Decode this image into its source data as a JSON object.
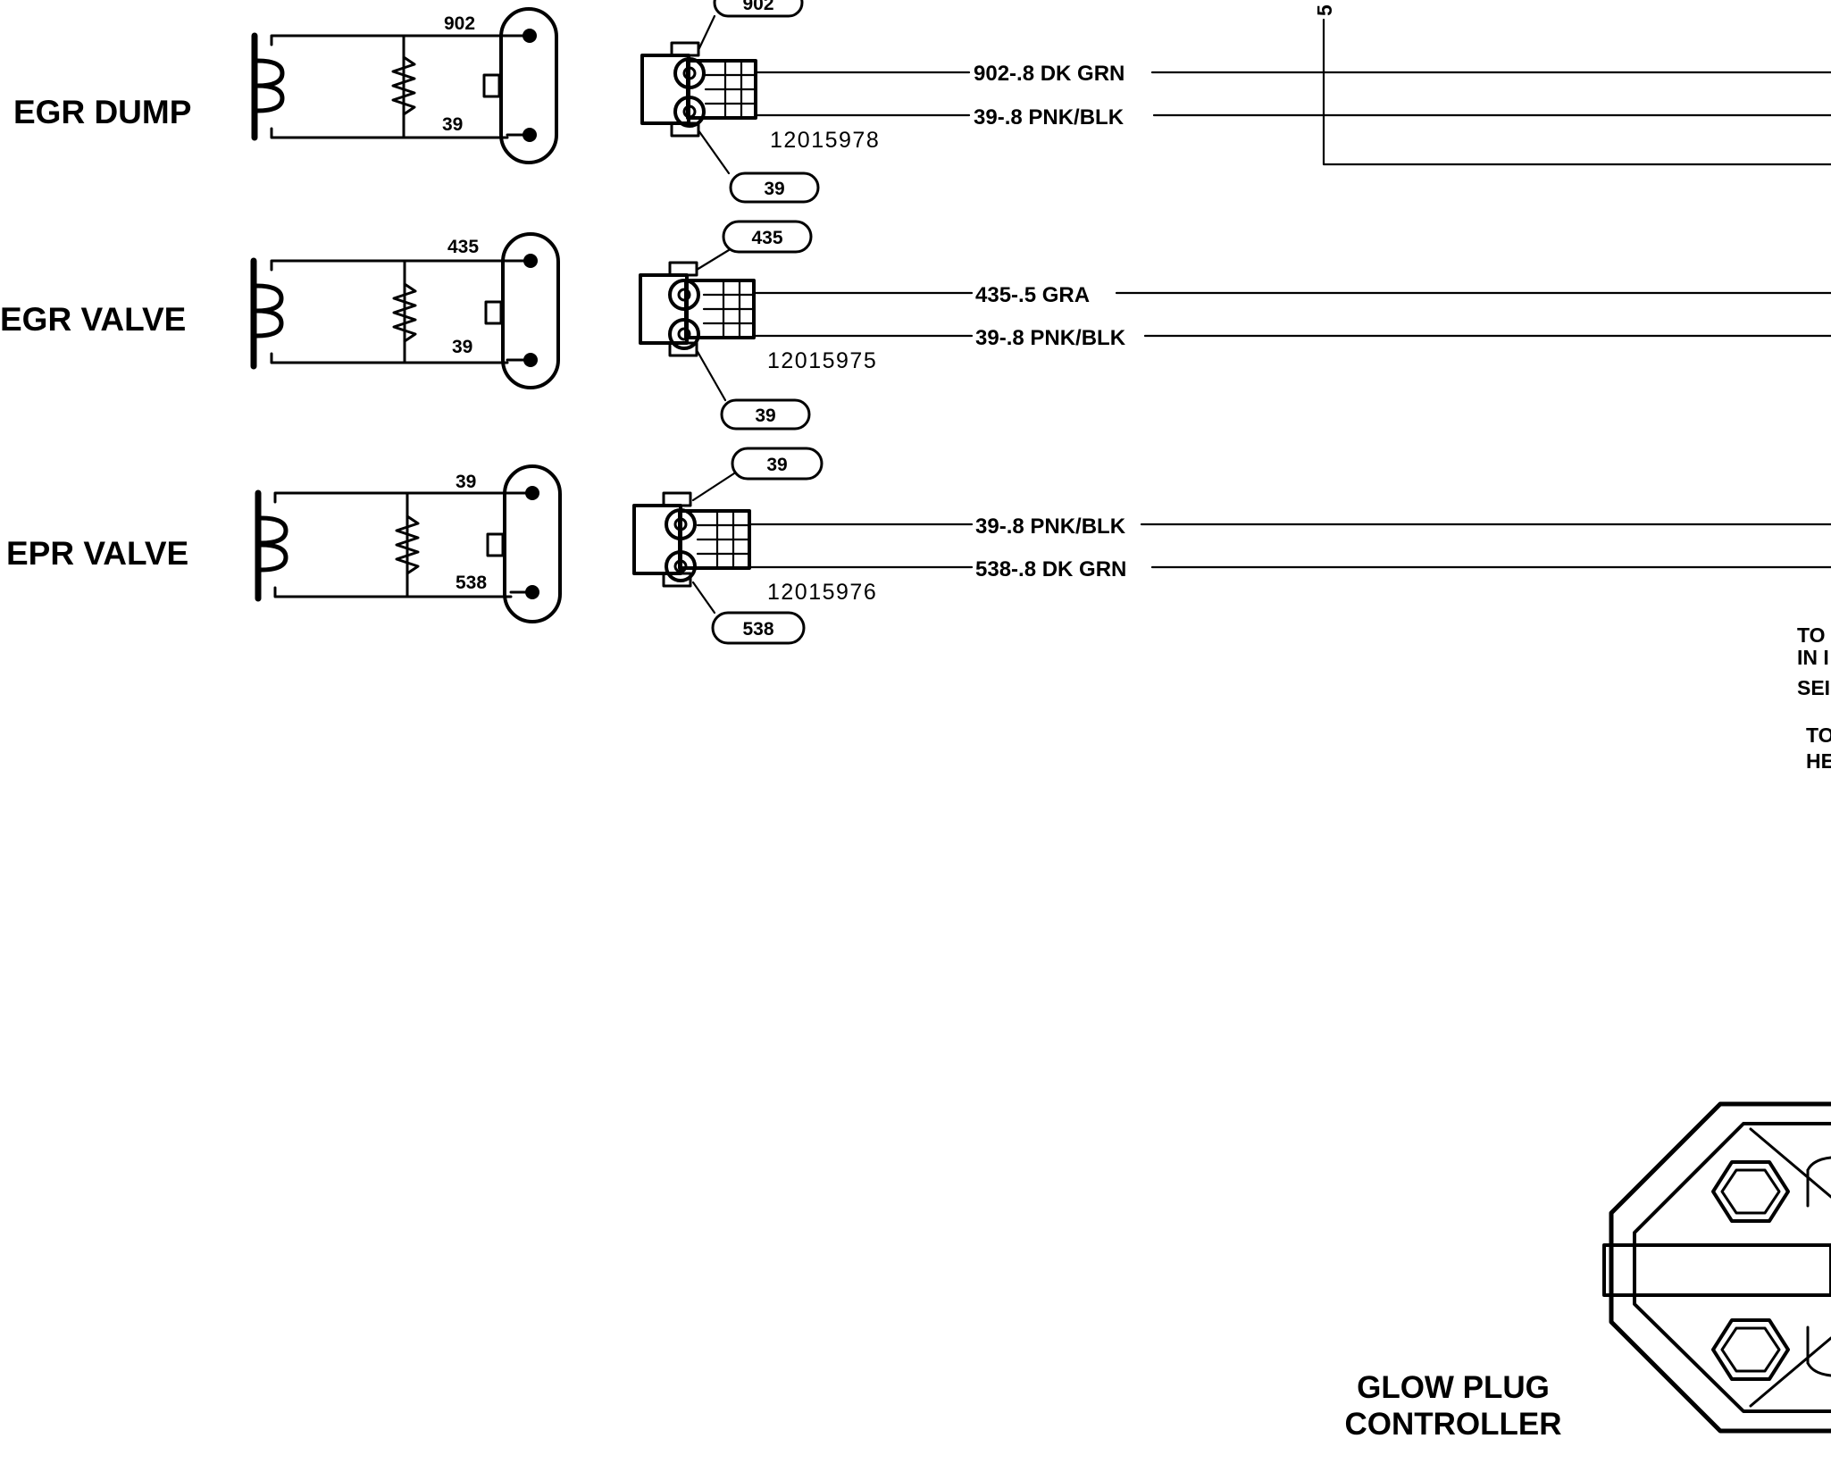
{
  "components": [
    {
      "title": "EGR DUMP",
      "pins": [
        "902",
        "39"
      ],
      "tags": [
        "902",
        "39"
      ],
      "part_number": "12015978",
      "wires": [
        "902-.8 DK GRN",
        "39-.8 PNK/BLK"
      ]
    },
    {
      "title": "EGR VALVE",
      "pins": [
        "435",
        "39"
      ],
      "tags": [
        "435",
        "39"
      ],
      "part_number": "12015975",
      "wires": [
        "435-.5 GRA",
        "39-.8 PNK/BLK"
      ]
    },
    {
      "title": "EPR VALVE",
      "pins": [
        "39",
        "538"
      ],
      "tags": [
        "39",
        "538"
      ],
      "part_number": "12015976",
      "wires": [
        "39-.8 PNK/BLK",
        "538-.8 DK GRN"
      ]
    }
  ],
  "bus_label": "5",
  "right_notes": [
    [
      "TO",
      "IN I",
      "SEI"
    ],
    [
      "TO",
      "HE"
    ]
  ],
  "glow_plug": {
    "title_line1": "GLOW PLUG",
    "title_line2": "CONTROLLER"
  }
}
